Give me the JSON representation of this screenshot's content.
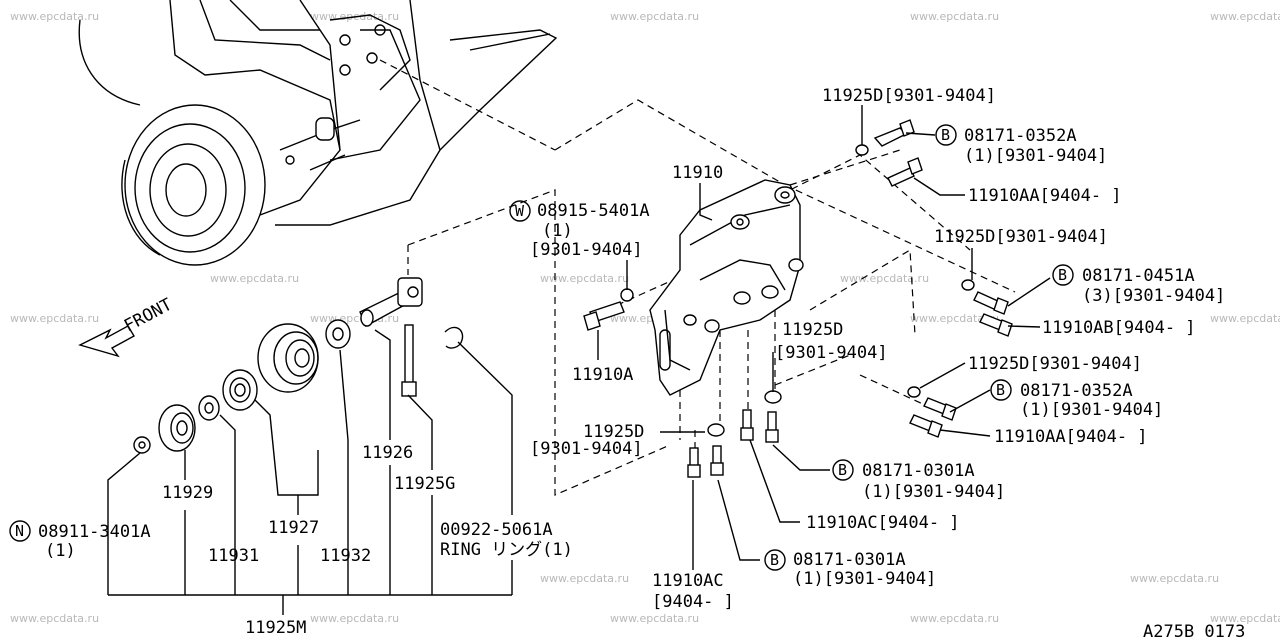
{
  "watermark": "www.epcdata.ru",
  "front_label": "FRONT",
  "footer_code": "A275B 0173",
  "circle_letters": {
    "b": "B",
    "w": "W",
    "n": "N"
  },
  "labels": {
    "p11925d_top": "11925D[9301-9404]",
    "b08171_0352a_top": "08171-0352A",
    "b08171_0352a_top_sub": "(1)[9301-9404]",
    "p11910": "11910",
    "p11910aa_top": "11910AA[9404-    ]",
    "w08915": "08915-5401A",
    "w08915_qty": "(1)",
    "w08915_date": "[9301-9404]",
    "p11925d_mid": "11925D[9301-9404]",
    "b08171_0451a": "08171-0451A",
    "b08171_0451a_sub": "(3)[9301-9404]",
    "p11910ab": "11910AB[9404-    ]",
    "p11925d_right": "11925D",
    "p11925d_right_date": "[9301-9404]",
    "p11910a": "11910A",
    "p11925d_low": "11925D[9301-9404]",
    "b08171_0352a_low": "08171-0352A",
    "b08171_0352a_low_sub": "(1)[9301-9404]",
    "p11910aa_low": "11910AA[9404-    ]",
    "p11925d_left": "11925D",
    "p11925d_left_date": "[9301-9404]",
    "b08171_0301a_right": "08171-0301A",
    "b08171_0301a_right_sub": "(1)[9301-9404]",
    "p11910ac_right": "11910AC[9404-    ]",
    "b08171_0301a_low": "08171-0301A",
    "b08171_0301a_low_sub": "(1)[9301-9404]",
    "p11910ac_low": "11910AC",
    "p11910ac_low_date": "[9404-    ]",
    "p11926": "11926",
    "p11925g": "11925G",
    "p00922": "00922-5061A",
    "ring": "RING リング(1)",
    "p11929": "11929",
    "p11927": "11927",
    "n08911": "08911-3401A",
    "n08911_qty": "(1)",
    "p11931": "11931",
    "p11932": "11932",
    "p11925m": "11925M"
  }
}
